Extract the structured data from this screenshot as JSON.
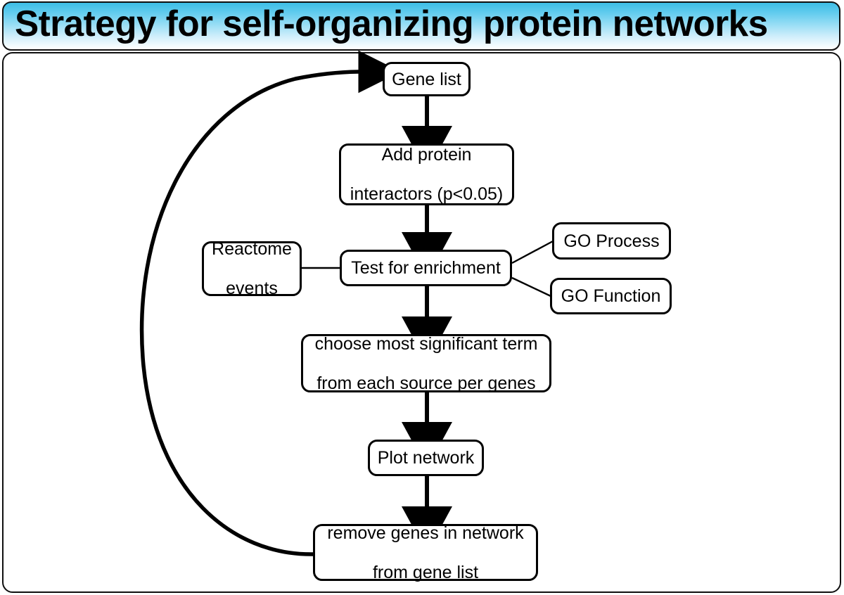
{
  "slide": {
    "title": "Strategy for self-organizing protein networks",
    "title_gradient_top": "#3dbde6",
    "title_gradient_bottom": "#ffffff",
    "border_color": "#101010",
    "background": "#ffffff"
  },
  "diagram": {
    "type": "flowchart",
    "orientation": "top-to-bottom with feedback loop",
    "node_fill": "#ffffff",
    "node_stroke": "#000000",
    "arrow_color": "#000000",
    "nodes": [
      {
        "id": "gene-list",
        "label": "Gene list"
      },
      {
        "id": "add-protein",
        "label": "Add protein\ninteractors (p<0.05)",
        "line1": "Add protein",
        "line2": "interactors (p<0.05)"
      },
      {
        "id": "test-enrichment",
        "label": "Test for enrichment"
      },
      {
        "id": "reactome",
        "label": "Reactome\nevents",
        "line1": "Reactome",
        "line2": "events"
      },
      {
        "id": "go-process",
        "label": "GO Process"
      },
      {
        "id": "go-function",
        "label": "GO Function"
      },
      {
        "id": "choose-term",
        "label": "choose most significant term\nfrom each source per genes",
        "line1": "choose most significant term",
        "line2": "from each source per genes"
      },
      {
        "id": "plot-network",
        "label": "Plot network"
      },
      {
        "id": "remove-genes",
        "label": "remove genes in network\nfrom gene list",
        "line1": "remove genes in network",
        "line2": "from gene list"
      }
    ],
    "edges": [
      {
        "from": "gene-list",
        "to": "add-protein",
        "style": "thick-arrow",
        "direction": "down"
      },
      {
        "from": "add-protein",
        "to": "test-enrichment",
        "style": "thick-arrow",
        "direction": "down"
      },
      {
        "from": "reactome",
        "to": "test-enrichment",
        "style": "thin-line",
        "direction": "right"
      },
      {
        "from": "test-enrichment",
        "to": "go-process",
        "style": "thin-line",
        "direction": "up-right"
      },
      {
        "from": "test-enrichment",
        "to": "go-function",
        "style": "thin-line",
        "direction": "down-right"
      },
      {
        "from": "test-enrichment",
        "to": "choose-term",
        "style": "thick-arrow",
        "direction": "down"
      },
      {
        "from": "choose-term",
        "to": "plot-network",
        "style": "thick-arrow",
        "direction": "down"
      },
      {
        "from": "plot-network",
        "to": "remove-genes",
        "style": "thick-arrow",
        "direction": "down"
      },
      {
        "from": "remove-genes",
        "to": "gene-list",
        "style": "curved-arrow",
        "direction": "feedback-loop-left"
      }
    ]
  }
}
